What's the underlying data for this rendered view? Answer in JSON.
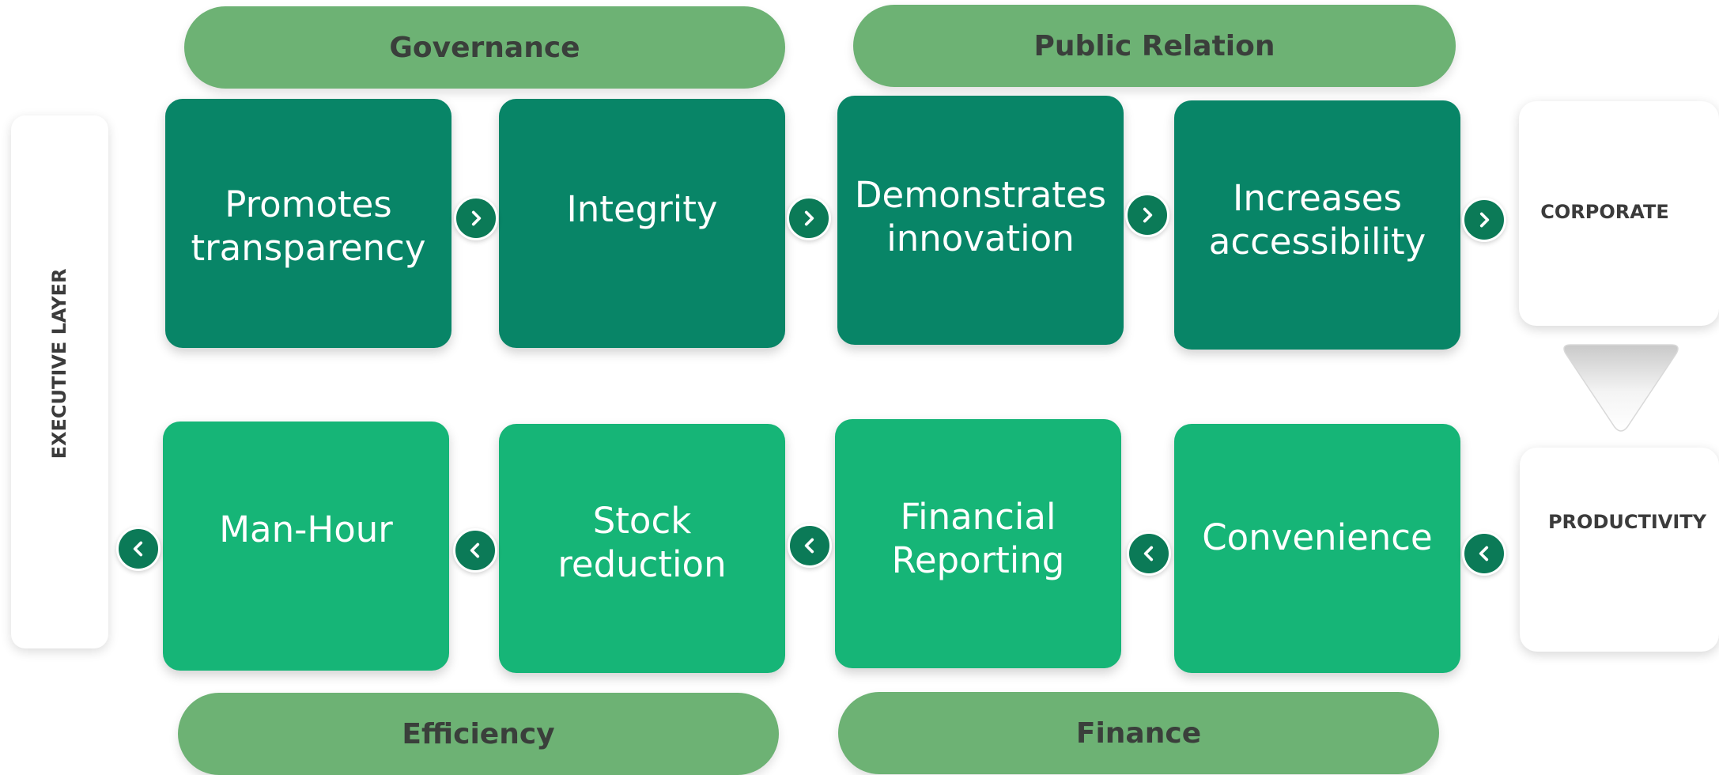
{
  "categories": {
    "governance": "Governance",
    "public_relation": "Public Relation",
    "efficiency": "Efficiency",
    "finance": "Finance"
  },
  "top_row": [
    {
      "label": "Promotes\ntransparency"
    },
    {
      "label": "Integrity"
    },
    {
      "label": "Demonstrates\ninnovation"
    },
    {
      "label": "Increases\naccessibility"
    }
  ],
  "bottom_row": [
    {
      "label": "Man-Hour"
    },
    {
      "label": "Stock\nreduction"
    },
    {
      "label": "Financial\nReporting"
    },
    {
      "label": "Convenience"
    }
  ],
  "side": {
    "executive_layer": "EXECUTIVE LAYER",
    "corporate": "CORPORATE",
    "productivity": "PRODUCTIVITY"
  },
  "colors": {
    "pill": "#6db274",
    "top_box": "#088567",
    "bottom_box": "#16b577",
    "arrow": "#0b7a57"
  },
  "icons": {
    "right_arrow": "chevron-right-icon",
    "left_arrow": "chevron-left-icon",
    "flow_down": "triangle-down-icon"
  }
}
